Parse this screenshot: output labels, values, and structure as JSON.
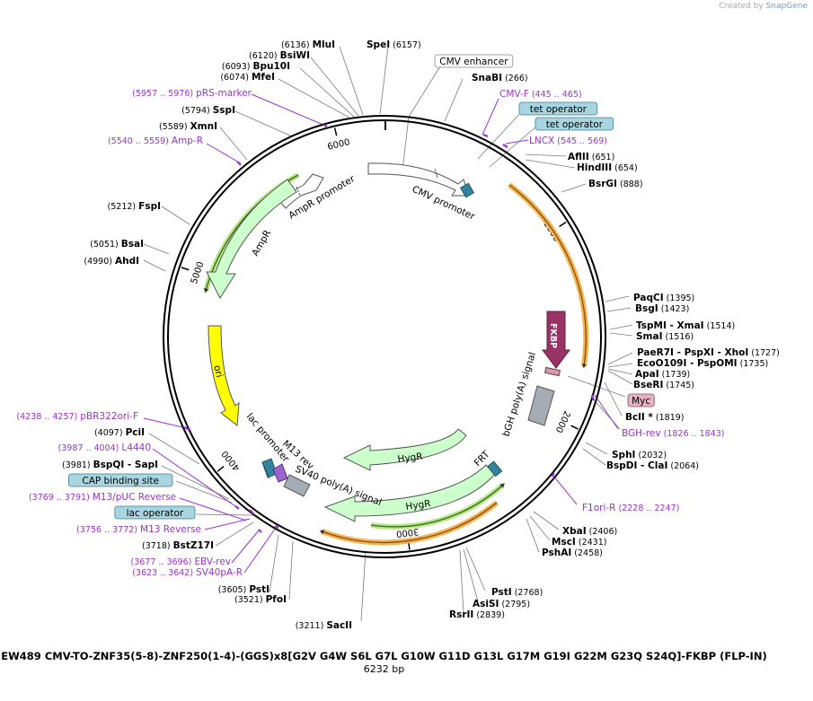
{
  "credit": {
    "prefix": "Created by",
    "brand": "SnapGene"
  },
  "plasmid": {
    "name": "EW489 CMV-TO-ZNF35(5-8)-ZNF250(1-4)-(GGS)x8[G2V G4W S6L G7L G10W G11D G13L G17M G19I G22M G23Q S24Q]-FKBP (FLP-IN)",
    "size_label": "6232 bp",
    "length": 6232
  },
  "ticks": [
    "1000",
    "2000",
    "3000",
    "4000",
    "5000",
    "6000"
  ],
  "features": [
    {
      "label": "CMV promoter",
      "color": "#ffffff"
    },
    {
      "label": "AmpR promoter",
      "color": "#ffffff"
    },
    {
      "label": "AmpR",
      "color": "#ccffcc"
    },
    {
      "label": "ori",
      "color": "#ffff00"
    },
    {
      "label": "FKBP",
      "color": "#993366"
    },
    {
      "label": "bGH poly(A) signal",
      "color": "#a6acb3"
    },
    {
      "label": "HygR",
      "color": "#ccffcc"
    },
    {
      "label": "HygR",
      "color": "#ccffcc"
    },
    {
      "label": "FRT",
      "color": "#31849b"
    },
    {
      "label": "SV40 poly(A) signal",
      "color": "#a6acb3"
    },
    {
      "label": "lac promoter",
      "color": "#ffffff"
    },
    {
      "label": "M13 rev",
      "color": "#ffffff"
    }
  ],
  "labels_left": [
    {
      "pos": "(6136)",
      "name": "MluI"
    },
    {
      "pos": "(6120)",
      "name": "BsiWI"
    },
    {
      "pos": "(6093)",
      "name": "Bpu10I"
    },
    {
      "pos": "(6074)",
      "name": "MfeI"
    },
    {
      "pos": "(5957 .. 5976)",
      "name": "pRS-marker",
      "kind": "primer"
    },
    {
      "pos": "(5794)",
      "name": "SspI"
    },
    {
      "pos": "(5589)",
      "name": "XmnI"
    },
    {
      "pos": "(5540 .. 5559)",
      "name": "Amp-R",
      "kind": "primer"
    },
    {
      "pos": "(5212)",
      "name": "FspI"
    },
    {
      "pos": "(5051)",
      "name": "BsaI"
    },
    {
      "pos": "(4990)",
      "name": "AhdI"
    },
    {
      "pos": "(4238 .. 4257)",
      "name": "pBR322ori-F",
      "kind": "primer"
    },
    {
      "pos": "(4097)",
      "name": "PciI"
    },
    {
      "pos": "(3987 .. 4004)",
      "name": "L4440",
      "kind": "primer"
    },
    {
      "pos": "(3981)",
      "name": "BspQI  - SapI"
    },
    {
      "name": "CAP binding site",
      "kind": "box"
    },
    {
      "pos": "(3769 .. 3791)",
      "name": "M13/pUC Reverse",
      "kind": "primer"
    },
    {
      "name": "lac operator",
      "kind": "box"
    },
    {
      "pos": "(3756 .. 3772)",
      "name": "M13 Reverse",
      "kind": "primer"
    },
    {
      "pos": "(3718)",
      "name": "BstZ17I"
    },
    {
      "pos": "(3677 .. 3696)",
      "name": "EBV-rev",
      "kind": "primer"
    },
    {
      "pos": "(3623 .. 3642)",
      "name": "SV40pA-R",
      "kind": "primer"
    },
    {
      "pos": "(3605)",
      "name": "PstI"
    },
    {
      "pos": "(3521)",
      "name": "PfoI"
    },
    {
      "pos": "(3211)",
      "name": "SacII"
    }
  ],
  "labels_right": [
    {
      "name": "SpeI",
      "pos": "(6157)"
    },
    {
      "name": "CMV enhancer",
      "kind": "outline"
    },
    {
      "name": "SnaBI",
      "pos": "(266)"
    },
    {
      "name": "CMV-F",
      "pos": "(445 .. 465)",
      "kind": "primer"
    },
    {
      "name": "tet operator",
      "kind": "box"
    },
    {
      "name": "tet operator",
      "kind": "box"
    },
    {
      "name": "LNCX",
      "pos": "(545 .. 569)",
      "kind": "primer"
    },
    {
      "name": "AflII",
      "pos": "(651)"
    },
    {
      "name": "HindIII",
      "pos": "(654)"
    },
    {
      "name": "BsrGI",
      "pos": "(888)"
    },
    {
      "name": "PaqCI",
      "pos": "(1395)"
    },
    {
      "name": "BsgI",
      "pos": "(1423)"
    },
    {
      "name": "TspMI  - XmaI",
      "pos": "(1514)"
    },
    {
      "name": "SmaI",
      "pos": "(1516)"
    },
    {
      "name": "PaeR7I  - PspXI  - XhoI",
      "pos": "(1727)"
    },
    {
      "name": "EcoO109I  - PspOMI",
      "pos": "(1735)"
    },
    {
      "name": "ApaI",
      "pos": "(1739)"
    },
    {
      "name": "BseRI",
      "pos": "(1745)"
    },
    {
      "name": "Myc",
      "kind": "tag"
    },
    {
      "name": "BclI *",
      "pos": "(1819)"
    },
    {
      "name": "BGH-rev",
      "pos": "(1826 .. 1843)",
      "kind": "primer"
    },
    {
      "name": "SphI",
      "pos": "(2032)"
    },
    {
      "name": "BspDI  - ClaI",
      "pos": "(2064)"
    },
    {
      "name": "F1ori-R",
      "pos": "(2228 .. 2247)",
      "kind": "primer"
    },
    {
      "name": "XbaI",
      "pos": "(2406)"
    },
    {
      "name": "MscI",
      "pos": "(2431)"
    },
    {
      "name": "PshAI",
      "pos": "(2458)"
    },
    {
      "name": "PstI",
      "pos": "(2768)"
    },
    {
      "name": "AsiSI",
      "pos": "(2795)"
    },
    {
      "name": "RsrII",
      "pos": "(2839)"
    }
  ]
}
